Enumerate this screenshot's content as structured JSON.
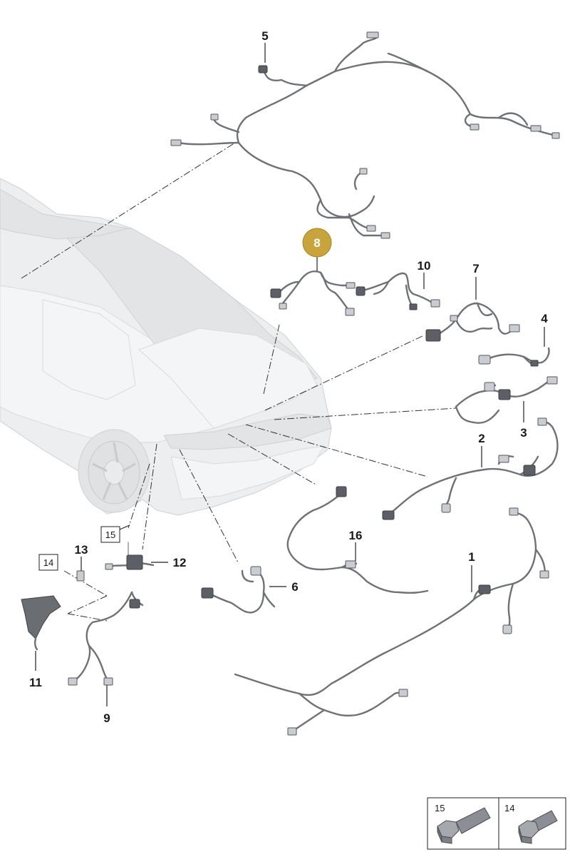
{
  "labels": {
    "l1": "1",
    "l2": "2",
    "l3": "3",
    "l4": "4",
    "l5": "5",
    "l6": "6",
    "l7": "7",
    "l8": "8",
    "l9": "9",
    "l10": "10",
    "l11": "11",
    "l12": "12",
    "l13": "13",
    "l16": "16"
  },
  "boxed_labels": {
    "b14": "14",
    "b15": "15"
  },
  "legend": {
    "bolt15": "15",
    "bolt14": "14"
  },
  "colors": {
    "highlight": "#c9a43c",
    "wire": "#6e7176",
    "car": "#eceeef"
  }
}
